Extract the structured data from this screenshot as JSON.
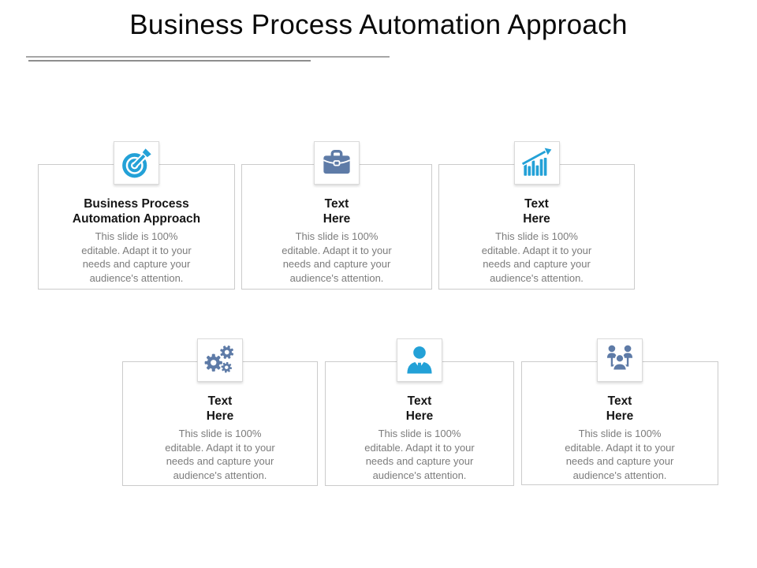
{
  "slide": {
    "title": "Business Process Automation Approach",
    "cards": [
      {
        "icon": "target-dart-icon",
        "heading": "Business Process\nAutomation Approach",
        "body": "This slide is 100%\neditable. Adapt it to your\nneeds and capture your\naudience's attention."
      },
      {
        "icon": "briefcase-icon",
        "heading": "Text\nHere",
        "body": "This slide is 100%\neditable. Adapt it to your\nneeds and capture your\naudience's attention."
      },
      {
        "icon": "bar-chart-growth-icon",
        "heading": "Text\nHere",
        "body": "This slide is 100%\neditable. Adapt it to your\nneeds and capture your\naudience's attention."
      },
      {
        "icon": "gears-icon",
        "heading": "Text\nHere",
        "body": "This slide is 100%\neditable. Adapt it to your\nneeds and capture your\naudience's attention."
      },
      {
        "icon": "businessman-icon",
        "heading": "Text\nHere",
        "body": "This slide is 100%\neditable. Adapt it to your\nneeds and capture your\naudience's attention."
      },
      {
        "icon": "team-org-icon",
        "heading": "Text\nHere",
        "body": "This slide is 100%\neditable. Adapt it to your\nneeds and capture your\naudience's attention."
      }
    ],
    "colors": {
      "accent_cyan": "#23A1D7",
      "accent_slate": "#5E7BA7",
      "card_border": "#CBCBCB",
      "heading_text": "#161616",
      "body_text": "#7C7C7C",
      "underline": "#9E9E9E"
    }
  }
}
